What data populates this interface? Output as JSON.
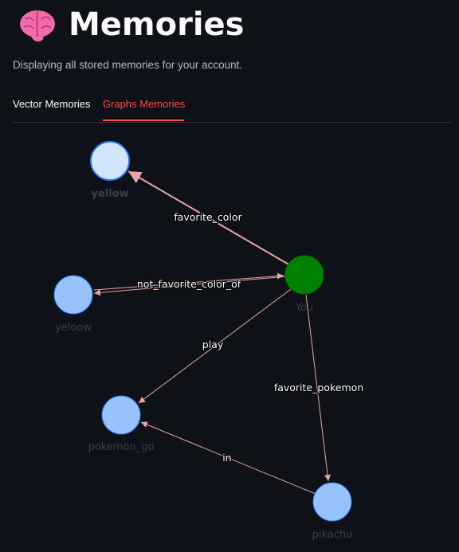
{
  "header": {
    "title": "Memories",
    "icon": "brain-icon"
  },
  "subtitle": "Displaying all stored memories for your account.",
  "tabs": [
    {
      "label": "Vector Memories",
      "active": false
    },
    {
      "label": "Graphs Memories",
      "active": true
    }
  ],
  "colors": {
    "background": "#0e1117",
    "accent": "#ff4b4b",
    "node_default": "#97c2fc",
    "node_selected": "#d2e5ff",
    "node_user": "#008000",
    "edge": "#e8a6a6"
  },
  "graph": {
    "nodes": [
      {
        "id": "yellow",
        "label": "yellow"
      },
      {
        "id": "yeloow",
        "label": "yeloow"
      },
      {
        "id": "You",
        "label": "You"
      },
      {
        "id": "pokemon_go",
        "label": "pokemon_go"
      },
      {
        "id": "pikachu",
        "label": "pikachu"
      }
    ],
    "edges": [
      {
        "from": "You",
        "to": "yellow",
        "label": "favorite_color"
      },
      {
        "from": "You",
        "to": "yeloow",
        "label": "not_favorite_color_of"
      },
      {
        "from": "yeloow",
        "to": "You",
        "label": ""
      },
      {
        "from": "You",
        "to": "pokemon_go",
        "label": "play"
      },
      {
        "from": "You",
        "to": "pikachu",
        "label": "favorite_pokemon"
      },
      {
        "from": "pikachu",
        "to": "pokemon_go",
        "label": "in"
      }
    ]
  }
}
